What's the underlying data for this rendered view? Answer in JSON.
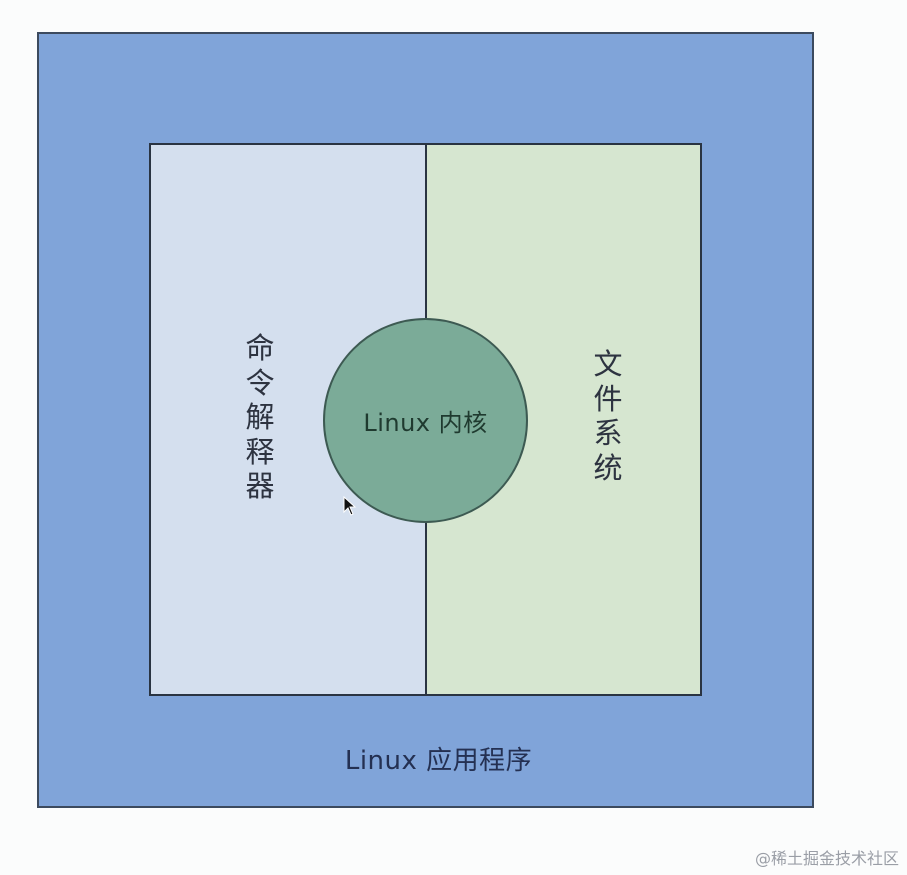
{
  "diagram": {
    "outer_layer": {
      "label": "Linux 应用程序",
      "color": "#80a4d9"
    },
    "shell_panel": {
      "label": "命令解释器",
      "color": "#d4dfee"
    },
    "filesystem_panel": {
      "label": "文件系统",
      "color": "#d6e6d0"
    },
    "kernel": {
      "label": "Linux 内核",
      "color": "#7bab98"
    }
  },
  "watermark": "@稀土掘金技术社区"
}
